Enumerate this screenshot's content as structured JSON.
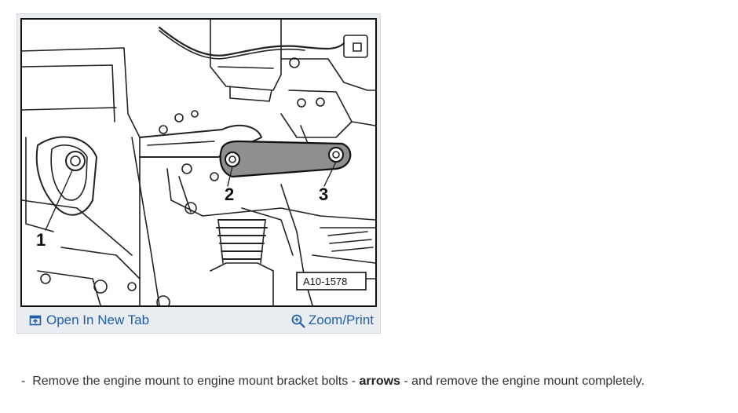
{
  "figure": {
    "callouts": [
      "1",
      "2",
      "3"
    ],
    "figure_id": "A10-1578",
    "open_tab_label": "Open In New Tab",
    "open_tab_icon": "open-new-tab-icon",
    "zoom_label": "Zoom/Print",
    "zoom_icon": "magnifier-plus-icon",
    "link_color": "#1f5fa6"
  },
  "instruction": {
    "bullet": "-",
    "text_before": "Remove the engine mount to engine mount bracket bolts -",
    "bold": "arrows",
    "text_after": "- and remove the engine mount completely."
  }
}
